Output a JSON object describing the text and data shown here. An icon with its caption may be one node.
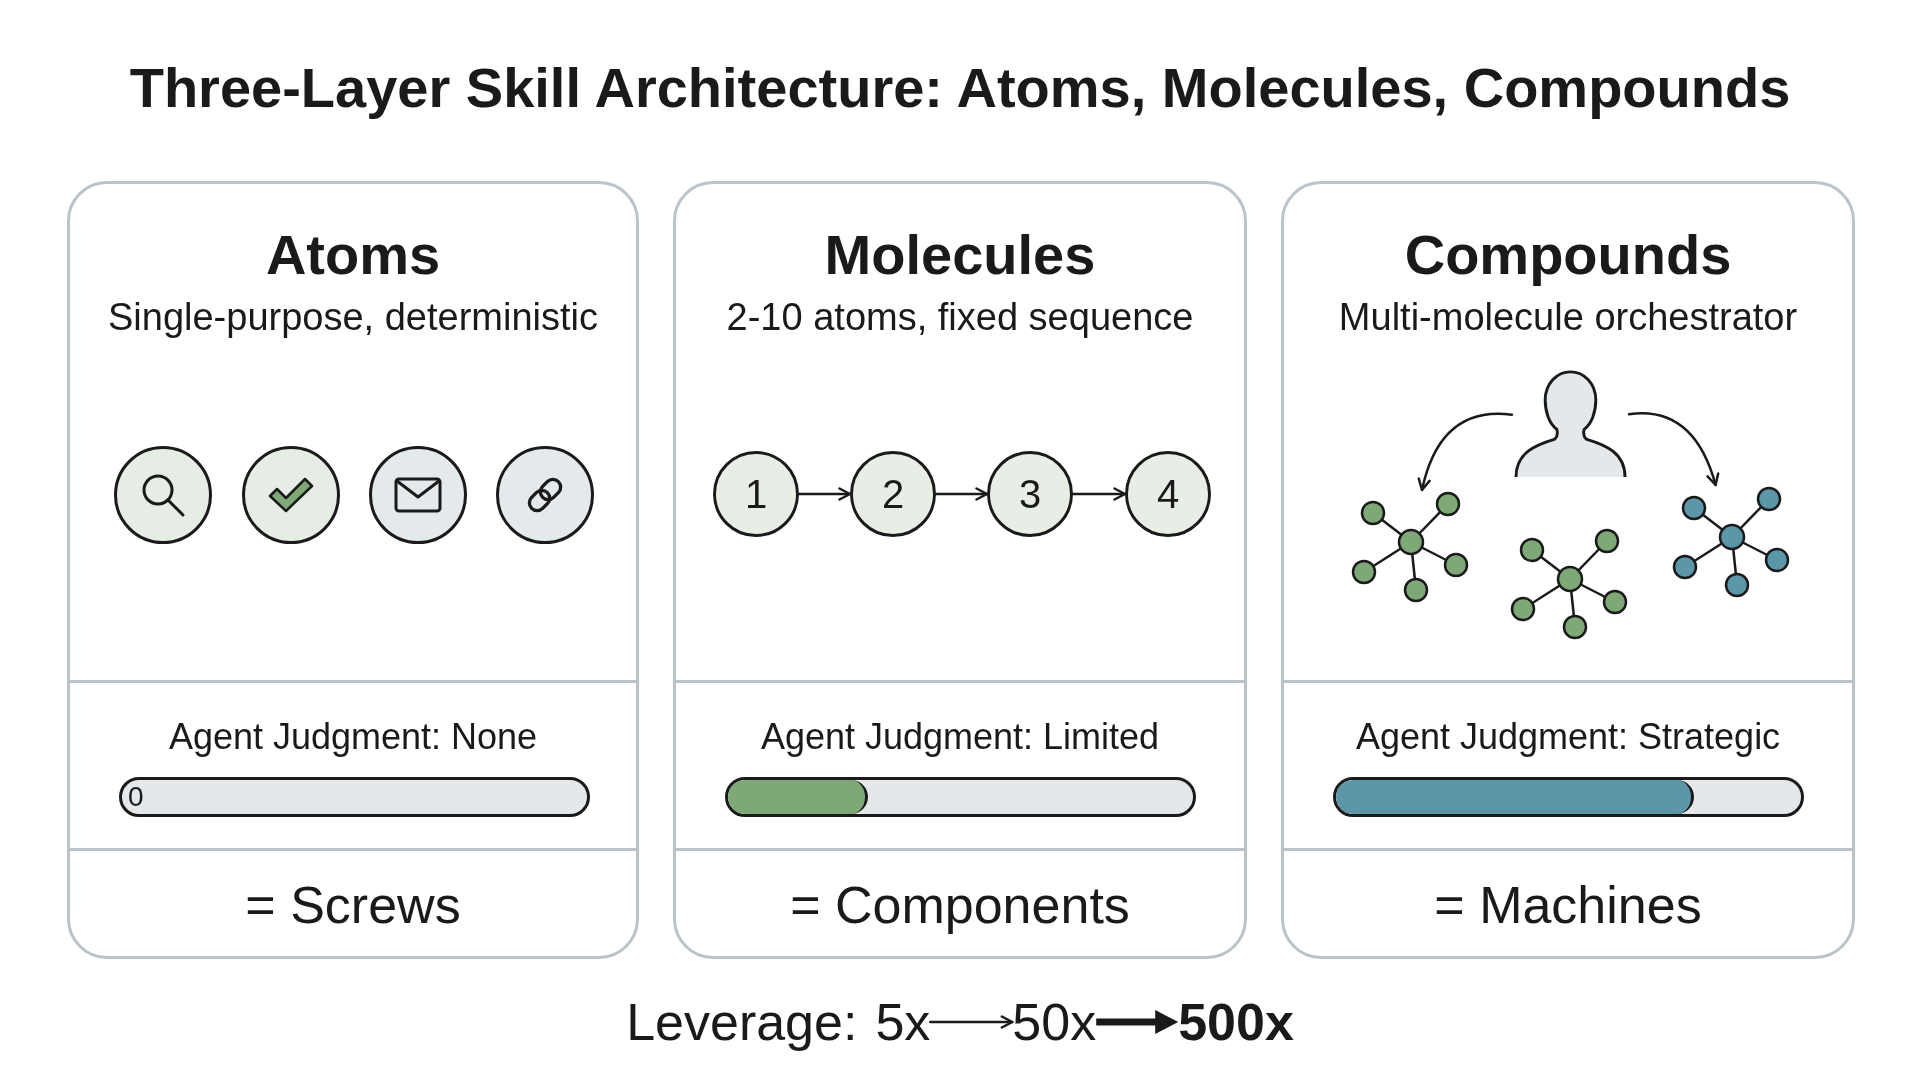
{
  "diagram": {
    "title": "Three-Layer Skill Architecture: Atoms, Molecules, Compounds",
    "nodes": [
      {
        "text": [
          "Atoms",
          "Single-purpose, deterministic"
        ]
      },
      {
        "text": [],
        "shape": "circle",
        "in": 0
      },
      {
        "text": [],
        "shape": "circle",
        "in": 0
      },
      {
        "text": [],
        "shape": "circle",
        "in": 0
      },
      {
        "text": [],
        "shape": "circle",
        "in": 0
      },
      {
        "text": [
          "Agent Judgment: None"
        ],
        "in": 0
      },
      {
        "text": [
          "= Screws"
        ],
        "in": 0
      },
      {
        "text": [
          "Molecules",
          "2-10 atoms, fixed sequence"
        ]
      },
      {
        "text": [
          "1"
        ],
        "in": 7
      },
      {
        "text": [
          "2"
        ],
        "in": 7
      },
      {
        "text": [
          "3"
        ],
        "in": 7
      },
      {
        "text": [
          "4"
        ],
        "in": 7
      },
      {
        "text": [
          "Agent Judgment: Limited"
        ],
        "in": 7
      },
      {
        "text": [
          "= Components"
        ],
        "in": 7
      },
      {
        "text": [
          "Compounds",
          "Multi-molecule orchestrator"
        ]
      },
      {
        "text": [],
        "shape": "person",
        "in": 14
      },
      {
        "text": [],
        "shape": "picture",
        "in": 14
      },
      {
        "text": [],
        "shape": "picture",
        "in": 14
      },
      {
        "text": [],
        "shape": "picture",
        "in": 14
      },
      {
        "text": [
          "Agent Judgment: Strategic"
        ],
        "in": 14
      },
      {
        "text": [
          "= Machines"
        ],
        "in": 14
      },
      {
        "text": [
          "5x"
        ]
      },
      {
        "text": [
          "50x"
        ]
      },
      {
        "text": [
          "500x"
        ]
      }
    ],
    "edges": [
      {
        "from": 8,
        "to": 9,
        "arrow": "to"
      },
      {
        "from": 9,
        "to": 10,
        "arrow": "to"
      },
      {
        "from": 10,
        "to": 11,
        "arrow": "to"
      },
      {
        "from": 15,
        "to": 16,
        "arrow": "to"
      },
      {
        "from": 15,
        "to": 18,
        "arrow": "to"
      },
      {
        "from": 21,
        "to": 22,
        "arrow": "to"
      },
      {
        "from": 22,
        "to": 23,
        "arrow": "to",
        "style": "thick"
      }
    ],
    "labels": [
      "0",
      "Leverage:"
    ]
  }
}
